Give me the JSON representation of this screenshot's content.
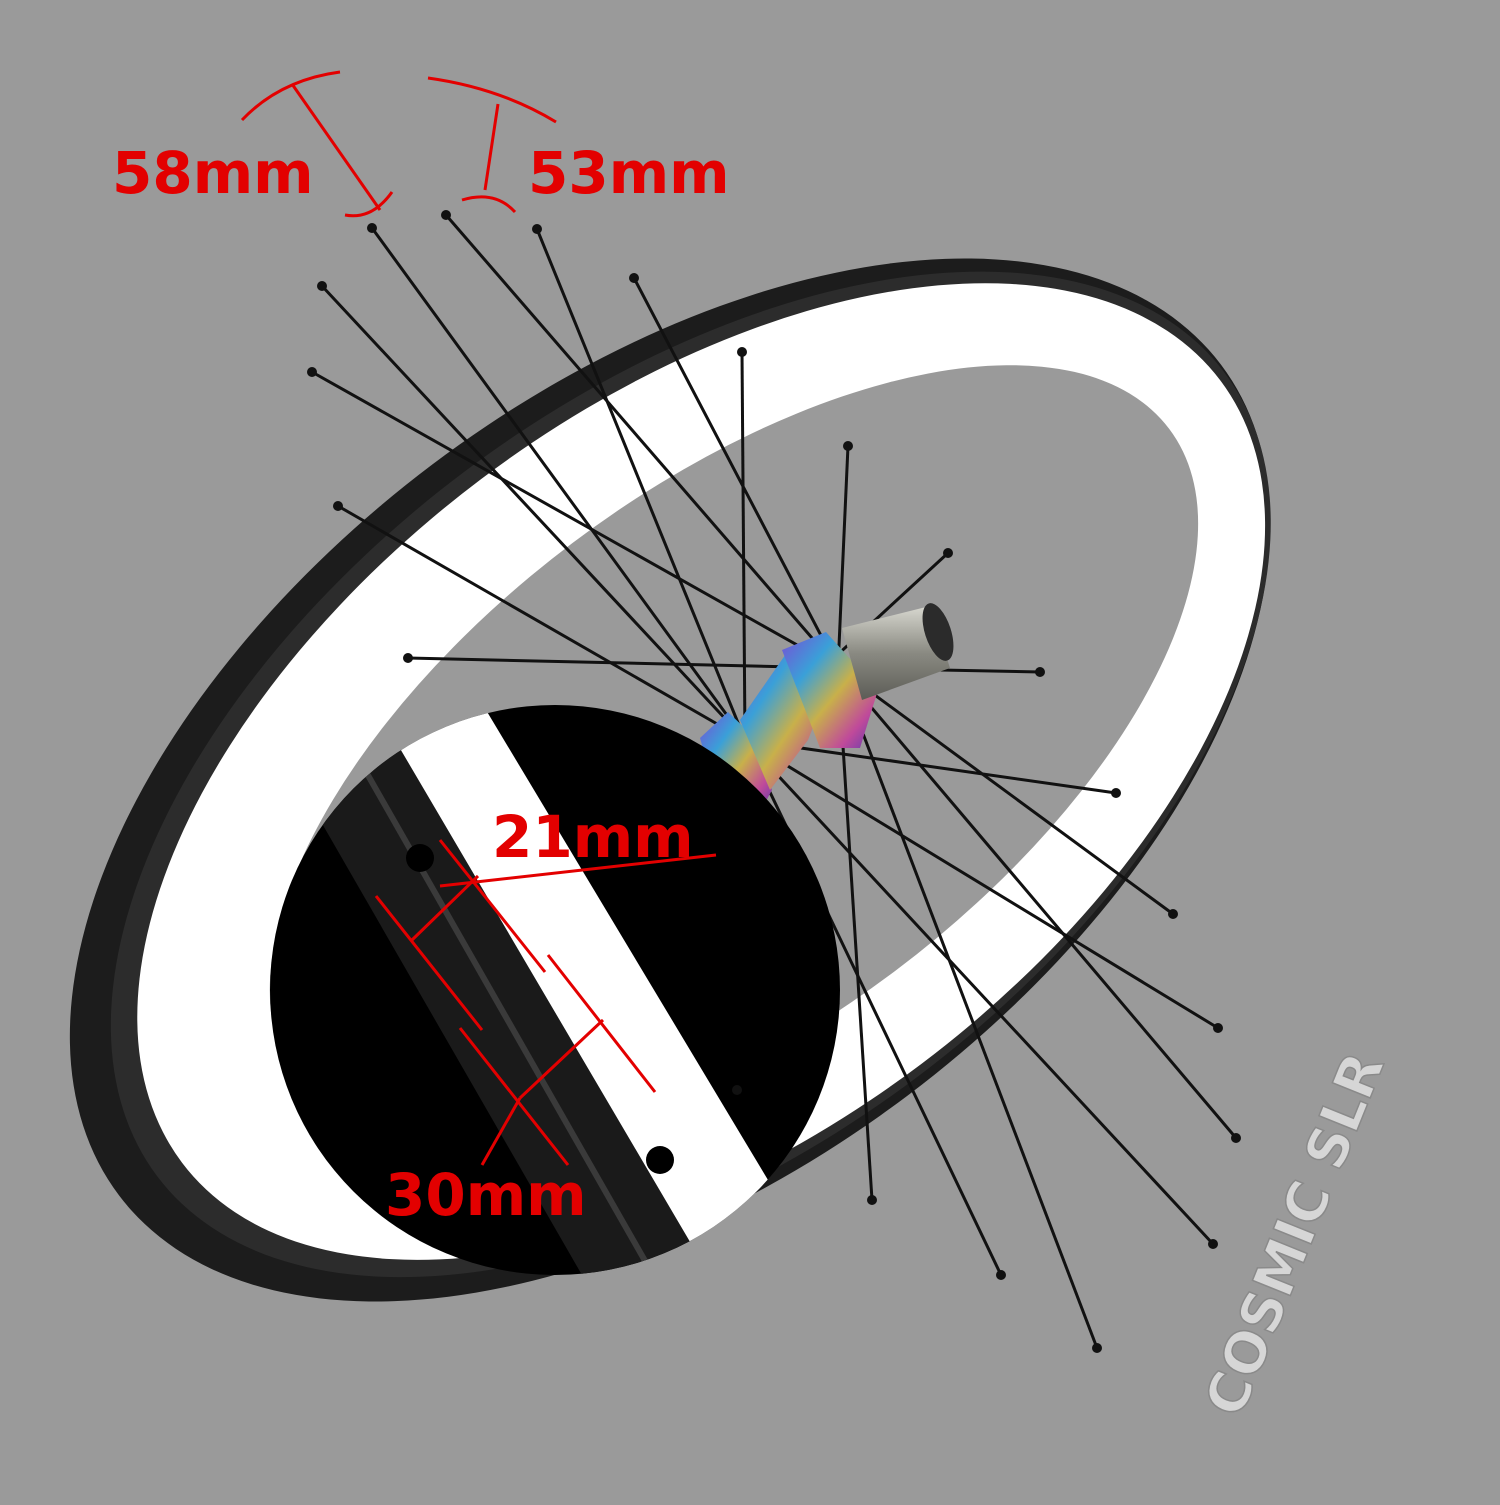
{
  "measurements": {
    "rim_depth_rear": "58mm",
    "rim_depth_front": "53mm",
    "inner_width": "21mm",
    "outer_width": "30mm"
  },
  "rim_decal": "COSMIC SLR",
  "colors": {
    "background": "#9a9a9a",
    "rim_face": "#ffffff",
    "rim_carbon": "#1a1a1a",
    "measure_lines": "#e30000",
    "hub": "iridescent"
  }
}
